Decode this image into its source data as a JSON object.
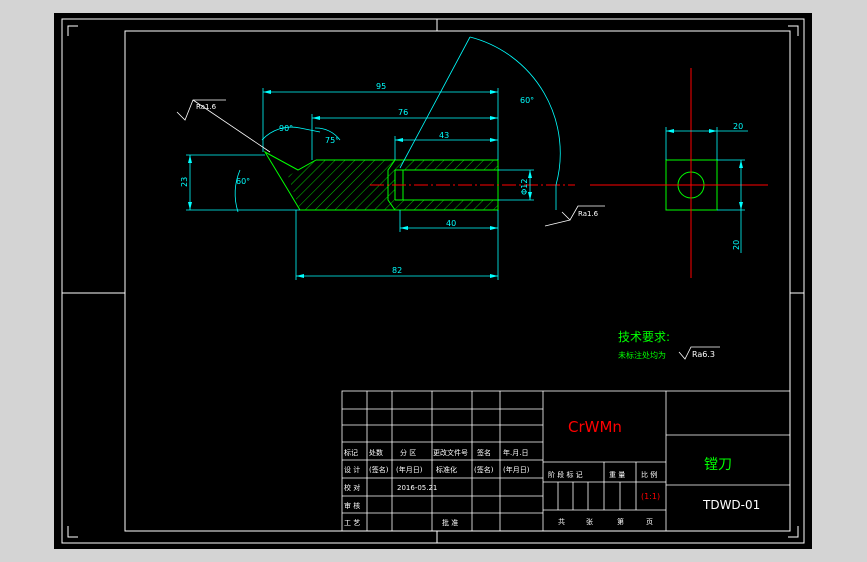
{
  "colors": {
    "outer_bg": "#d4d4d4",
    "paper": "#000000",
    "border": "#ffffff",
    "dimension": "#00ffff",
    "geometry": "#00ff00",
    "center_line": "#ff0000",
    "title_red": "#ff0000",
    "title_green": "#00ff00",
    "note_green": "#00ff00"
  },
  "drawing": {
    "dimensions": {
      "overall_95": "95",
      "len_76": "76",
      "len_43": "43",
      "len_40": "40",
      "len_82": "82",
      "height_23": "23",
      "dia_12": "Φ12",
      "angle_90": "90°",
      "angle_75": "75°",
      "angle_60_left": "60°",
      "angle_60_top": "60°",
      "side_20_top": "20",
      "side_20_right": "20"
    },
    "roughness": {
      "top_left": "Ra1.6",
      "bottom_right": "Ra1.6"
    }
  },
  "notes": {
    "heading": "技术要求:",
    "line1": "未标注处均为",
    "line1_roughness": "Ra6.3"
  },
  "title_block": {
    "material": "CrWMn",
    "part_name": "镗刀",
    "drawing_no": "TDWD-01",
    "scale": "(1:1)",
    "date": "2016-05.21",
    "headers_row": [
      "标记",
      "处数",
      "分 区",
      "更改文件号",
      "签名",
      "年.月.日"
    ],
    "design_row": [
      "设 计",
      "(签名)",
      "(年月日)",
      "标准化",
      "(签名)",
      "(年月日)"
    ],
    "labels": {
      "check": "校 对",
      "review": "审 核",
      "process": "工 艺",
      "approve": "批 准"
    },
    "stage_row": [
      "阶 段 标 记",
      "重 量",
      "比 例"
    ],
    "sheet_row": [
      "共",
      "张",
      "第",
      "页"
    ]
  }
}
